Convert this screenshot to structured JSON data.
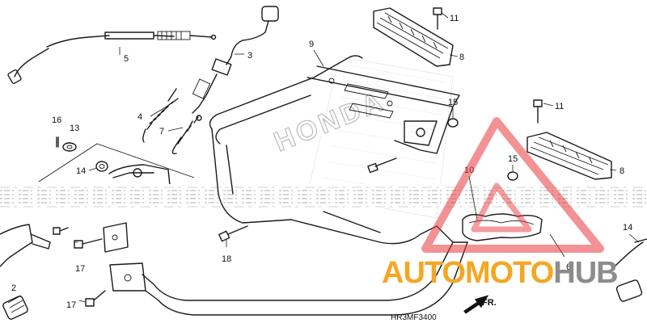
{
  "diagram": {
    "drawing_code": "HR3MF3400",
    "direction_label": "FR.",
    "brand_mark": "HONDA",
    "watermark": {
      "word_part_1": "AUTO",
      "word_part_2": "MOTO",
      "word_part_3": "HUB",
      "color_part_1": "#f5a623",
      "color_part_2": "#f5a623",
      "color_part_3": "#8c8c8c",
      "triangle_color": "#e8383d"
    },
    "callouts": [
      {
        "id": "c2",
        "label": "2"
      },
      {
        "id": "c3",
        "label": "3"
      },
      {
        "id": "c4",
        "label": "4"
      },
      {
        "id": "c5",
        "label": "5"
      },
      {
        "id": "c6",
        "label": "6"
      },
      {
        "id": "c7",
        "label": "7"
      },
      {
        "id": "c8a",
        "label": "8"
      },
      {
        "id": "c8b",
        "label": "8"
      },
      {
        "id": "c9",
        "label": "9"
      },
      {
        "id": "c10",
        "label": "10"
      },
      {
        "id": "c11a",
        "label": "11"
      },
      {
        "id": "c11b",
        "label": "11"
      },
      {
        "id": "c13",
        "label": "13"
      },
      {
        "id": "c14a",
        "label": "14"
      },
      {
        "id": "c14b",
        "label": "14"
      },
      {
        "id": "c15a",
        "label": "15"
      },
      {
        "id": "c15b",
        "label": "15"
      },
      {
        "id": "c16",
        "label": "16"
      },
      {
        "id": "c17a",
        "label": "17"
      },
      {
        "id": "c17b",
        "label": "17"
      },
      {
        "id": "c18",
        "label": "18"
      }
    ]
  }
}
